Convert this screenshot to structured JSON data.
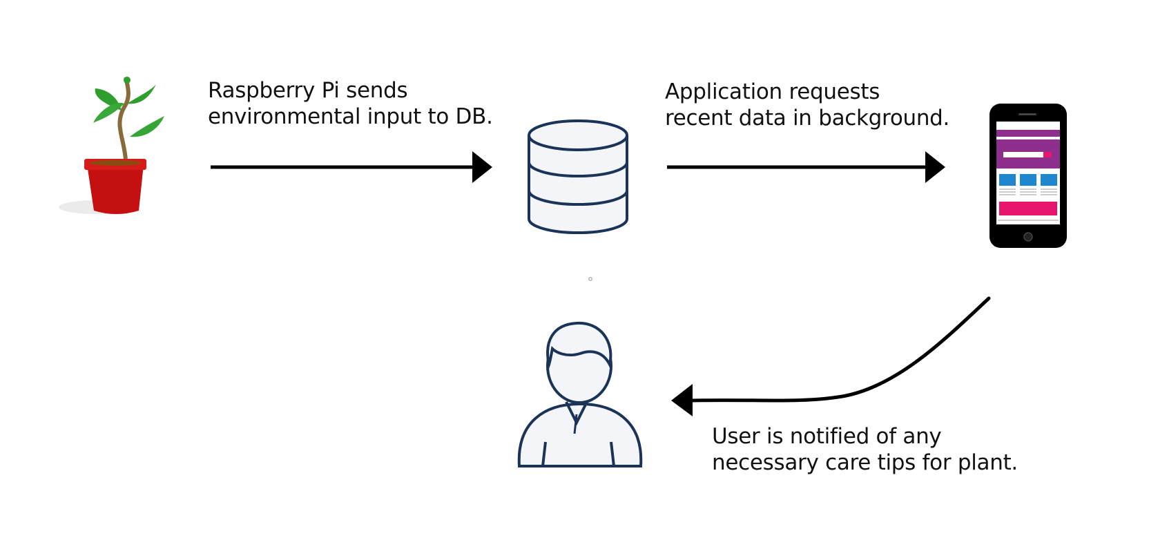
{
  "steps": [
    {
      "lines": [
        "Raspberry Pi sends",
        "environmental input to DB."
      ]
    },
    {
      "lines": [
        "Application requests",
        "recent data in background."
      ]
    },
    {
      "lines": [
        "User is notified of any",
        "necessary care tips for plant."
      ]
    }
  ],
  "colors": {
    "outline": "#1c3358",
    "fill": "#f3f5f8",
    "pot": "#c41010",
    "leaf": "#2e9e2e",
    "phone_header": "#8e2f8e",
    "phone_tiles": "#1f86cf",
    "phone_button": "#e8156c"
  }
}
